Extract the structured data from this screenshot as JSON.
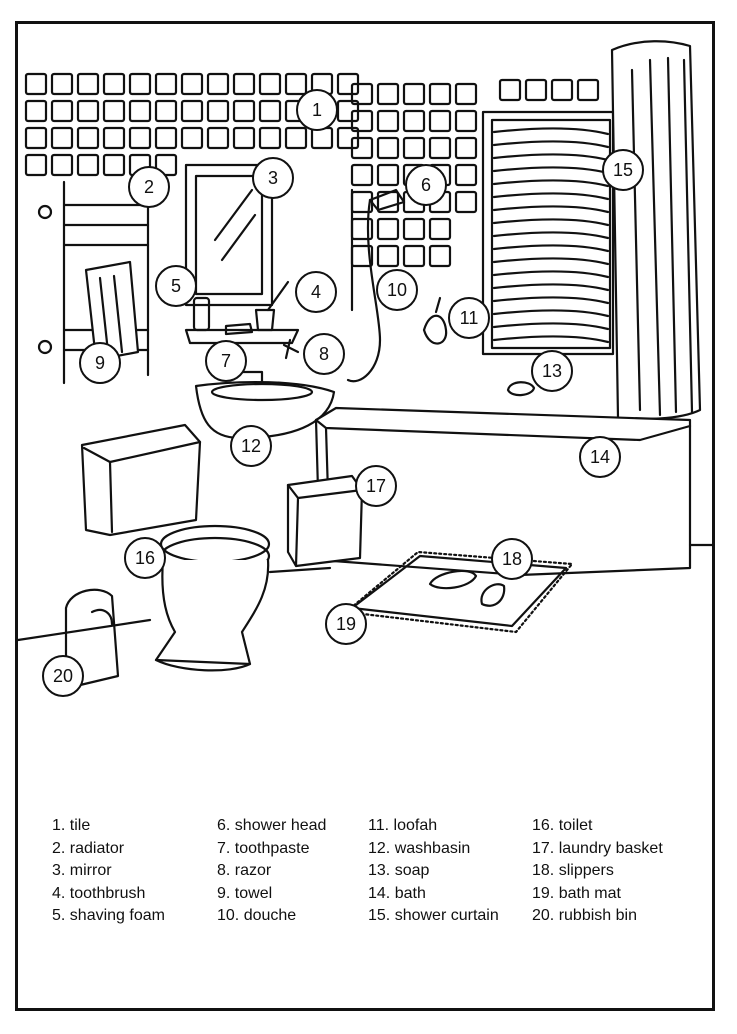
{
  "colors": {
    "ink": "#111111",
    "paper": "#ffffff"
  },
  "scene_objects": [
    "tile-wall-icon",
    "radiator-icon",
    "mirror-icon",
    "toothbrush-cup-icon",
    "shaving-foam-can-icon",
    "shower-head-icon",
    "toothpaste-icon",
    "razor-icon",
    "towel-icon",
    "douche-hose-icon",
    "loofah-icon",
    "washbasin-icon",
    "soap-icon",
    "bathtub-icon",
    "shower-curtain-icon",
    "window-blind-icon",
    "toilet-icon",
    "laundry-basket-icon",
    "slippers-icon",
    "bath-mat-icon",
    "rubbish-bin-icon",
    "wall-bin-icon"
  ],
  "legend": {
    "columns": [
      {
        "items": [
          {
            "num": "1.",
            "label": "tile"
          },
          {
            "num": "2.",
            "label": "radiator"
          },
          {
            "num": "3.",
            "label": "mirror"
          },
          {
            "num": "4.",
            "label": "toothbrush"
          },
          {
            "num": "5.",
            "label": "shaving foam"
          }
        ]
      },
      {
        "items": [
          {
            "num": "6.",
            "label": "shower head"
          },
          {
            "num": "7.",
            "label": "toothpaste"
          },
          {
            "num": "8.",
            "label": "razor"
          },
          {
            "num": "9.",
            "label": "towel"
          },
          {
            "num": "10.",
            "label": "douche"
          }
        ]
      },
      {
        "items": [
          {
            "num": "11.",
            "label": "loofah"
          },
          {
            "num": "12.",
            "label": "washbasin"
          },
          {
            "num": "13.",
            "label": "soap"
          },
          {
            "num": "14.",
            "label": "bath"
          },
          {
            "num": "15.",
            "label": "shower curtain"
          }
        ]
      },
      {
        "items": [
          {
            "num": "16.",
            "label": "toilet"
          },
          {
            "num": "17.",
            "label": "laundry basket"
          },
          {
            "num": "18.",
            "label": "slippers"
          },
          {
            "num": "19.",
            "label": "bath mat"
          },
          {
            "num": "20.",
            "label": "rubbish bin"
          }
        ]
      }
    ]
  },
  "badges": [
    "1",
    "2",
    "3",
    "4",
    "5",
    "6",
    "7",
    "8",
    "9",
    "10",
    "11",
    "12",
    "13",
    "14",
    "15",
    "16",
    "17",
    "18",
    "19",
    "20"
  ]
}
